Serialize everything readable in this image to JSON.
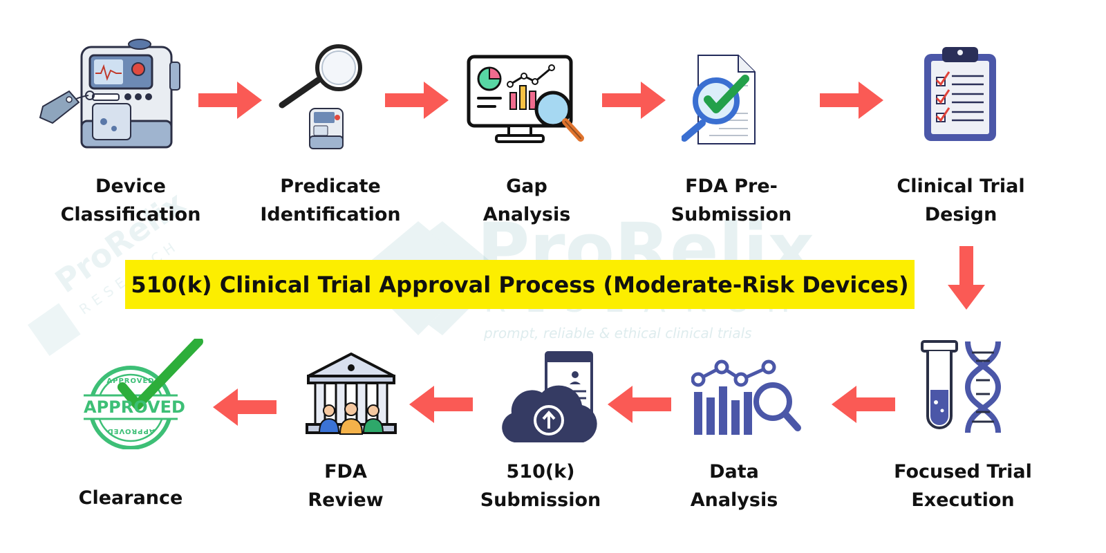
{
  "diagram": {
    "title": "510(k) Clinical Trial Approval Process (Moderate-Risk Devices)",
    "steps": [
      {
        "id": "device-classification",
        "lines": [
          "Device",
          "Classification"
        ],
        "icon": "medical-device-tag-icon"
      },
      {
        "id": "predicate-identification",
        "lines": [
          "Predicate",
          "Identification"
        ],
        "icon": "magnifier-device-icon"
      },
      {
        "id": "gap-analysis",
        "lines": [
          "Gap",
          "Analysis"
        ],
        "icon": "monitor-analytics-icon"
      },
      {
        "id": "fda-pre-submission",
        "lines": [
          "FDA Pre-",
          "Submission"
        ],
        "icon": "document-check-icon"
      },
      {
        "id": "clinical-trial-design",
        "lines": [
          "Clinical Trial",
          "Design"
        ],
        "icon": "clipboard-checklist-icon"
      },
      {
        "id": "focused-trial-execution",
        "lines": [
          "Focused Trial",
          "Execution"
        ],
        "icon": "test-tube-dna-icon"
      },
      {
        "id": "data-analysis",
        "lines": [
          "Data",
          "Analysis"
        ],
        "icon": "bar-chart-magnifier-icon"
      },
      {
        "id": "510k-submission",
        "lines": [
          "510(k)",
          "Submission"
        ],
        "icon": "cloud-upload-document-icon"
      },
      {
        "id": "fda-review",
        "lines": [
          "FDA",
          "Review"
        ],
        "icon": "government-building-people-icon"
      },
      {
        "id": "clearance",
        "lines": [
          "Clearance"
        ],
        "icon": "approved-stamp-icon"
      }
    ],
    "approved_stamp": {
      "main": "APPROVED",
      "ring": "APPROVED"
    },
    "watermark": {
      "brand": "ProRelix",
      "sub": "RESEARCH",
      "tagline": "prompt, reliable & ethical clinical trials"
    },
    "colors": {
      "arrow": "#fa5a55",
      "banner": "#fcee00",
      "navy": "#353b63",
      "indigo": "#4b57a8",
      "approved_green": "#3dbf76",
      "check_green": "#2dae3a"
    }
  }
}
